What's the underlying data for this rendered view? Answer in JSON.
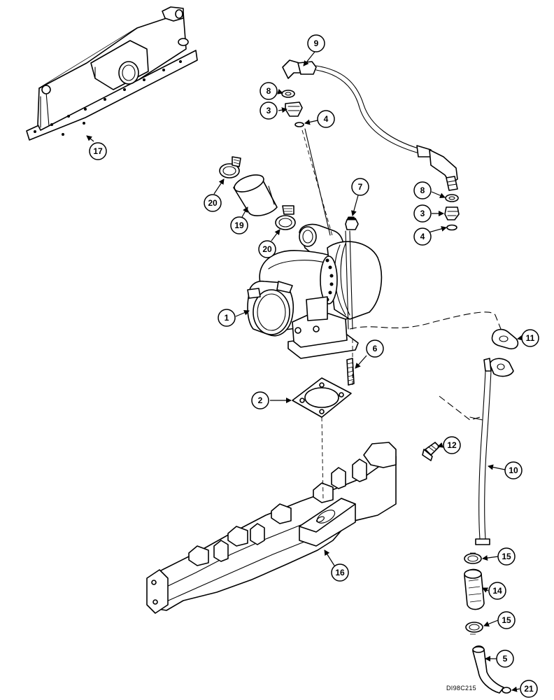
{
  "diagram": {
    "reference_code": "DI98C215",
    "callouts": {
      "c1": "1",
      "c2": "2",
      "c3a": "3",
      "c3b": "3",
      "c4a": "4",
      "c4b": "4",
      "c5": "5",
      "c6": "6",
      "c7": "7",
      "c8a": "8",
      "c8b": "8",
      "c9": "9",
      "c10": "10",
      "c11": "11",
      "c12": "12",
      "c14": "14",
      "c15a": "15",
      "c15b": "15",
      "c16": "16",
      "c17": "17",
      "c19": "19",
      "c20a": "20",
      "c20b": "20",
      "c21": "21"
    }
  }
}
